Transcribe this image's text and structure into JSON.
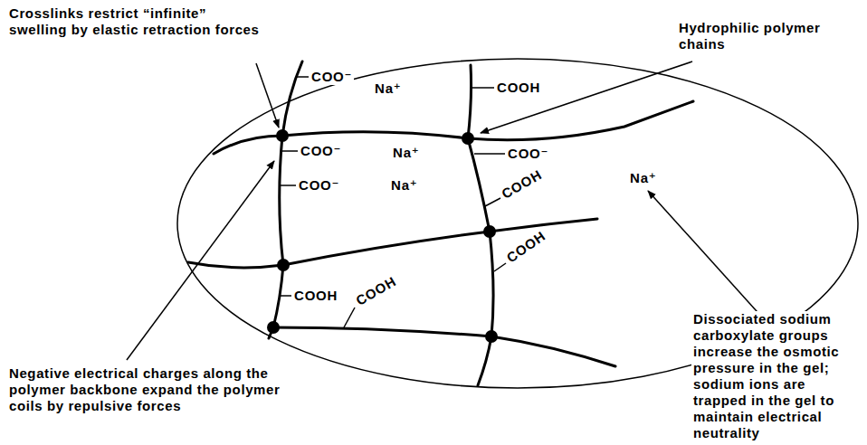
{
  "diagram": {
    "labels": [
      "Crosslinks restrict “infinite” swelling by elastic retraction forces",
      "Hydrophilic polymer chains",
      "COO⁻",
      "Na⁺",
      "COOH",
      "COO⁻",
      "Na⁺",
      "COO⁻",
      "COO⁻",
      "Na⁺",
      "Na⁺",
      "COOH",
      "COOH",
      "COOH",
      "COOH",
      "Negative electrical charges along the polymer backbone expand the polymer coils by repulsive forces",
      "Dissociated sodium carboxylate groups increase the osmotic pressure in the gel; sodium ions are trapped in the gel to maintain electrical neutrality"
    ]
  }
}
